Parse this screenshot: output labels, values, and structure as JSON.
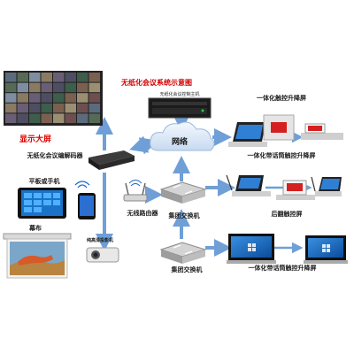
{
  "title": "无纸化会议系统示意图",
  "labels": {
    "control_host": "无纸化会议控制主机",
    "network": "网络",
    "display_wall": "显示大屏",
    "codec": "无纸化会议编解码器",
    "tablet_phone": "平板或手机",
    "screen": "幕布",
    "wifi_router": "无线路由器",
    "switch_top": "集团交换机",
    "switch_bottom": "集团交换机",
    "projector": "纯高清投影机",
    "lift_touch_1": "一体化触控升降屏",
    "lift_mic_touch_1": "一体化带话筒触控升降屏",
    "flip_touch": "后翻触控屏",
    "lift_mic_touch_2": "一体化带话筒触控升降屏"
  },
  "colors": {
    "arrow": "#6f9fd6",
    "title_red": "#d40000",
    "cloud": "#dbe8f7"
  },
  "icons": {
    "server": "server-icon",
    "cloud": "cloud-icon",
    "switch": "switch-icon",
    "router": "wifi-router-icon",
    "projector": "projector-icon",
    "monitor": "monitor-icon"
  }
}
